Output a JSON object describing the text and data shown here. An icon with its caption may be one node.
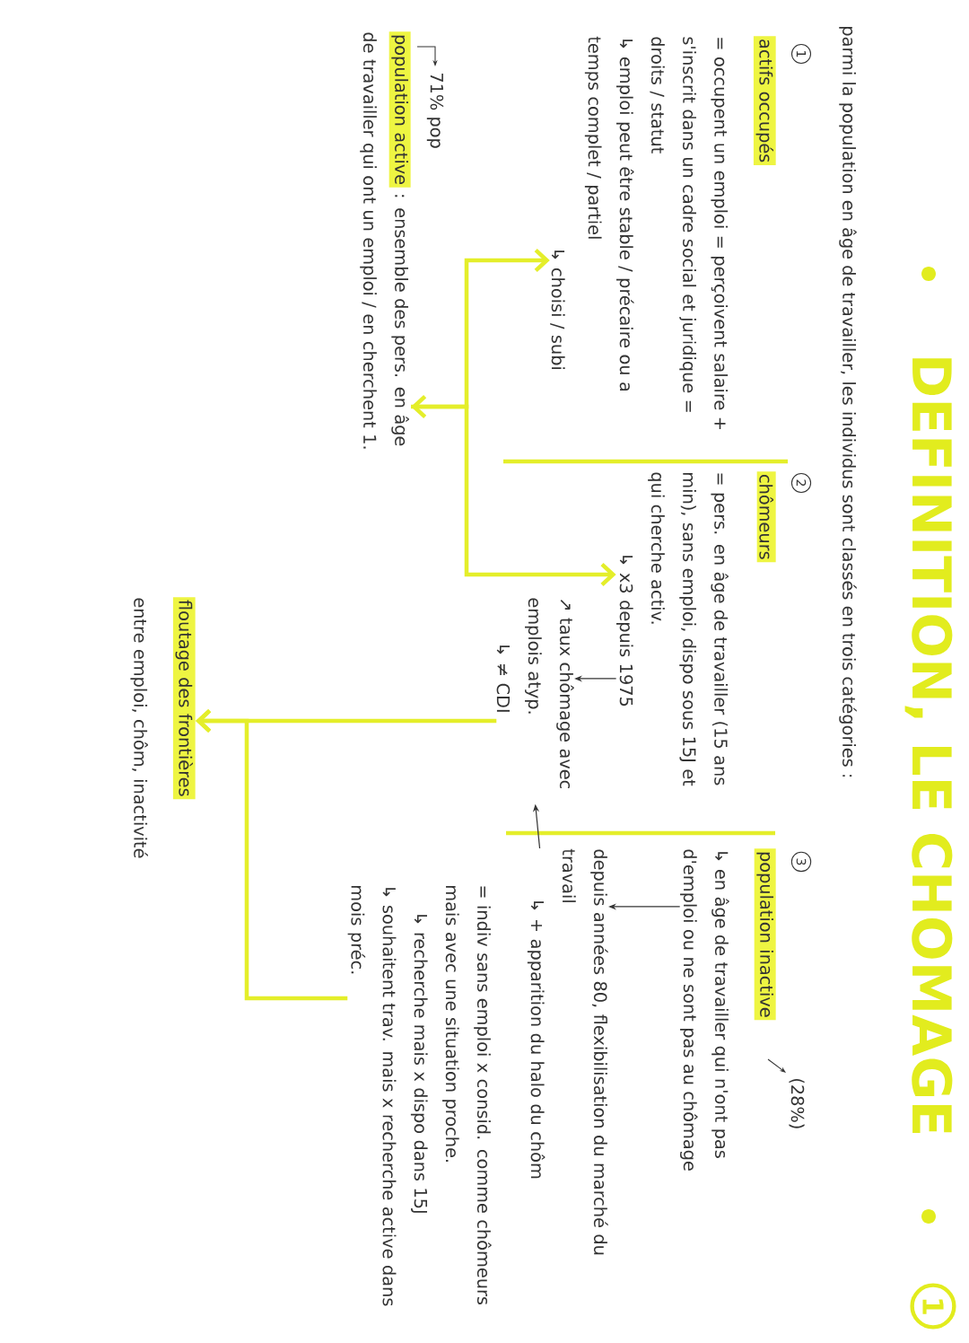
{
  "diagram": {
    "title": "DEFINITION, LE CHOMAGE",
    "nodes": [
      {
        "text": [
          "actifs occupés",
          "= occupent un emploi = perçoivent salaire + s'inscrit dans un cadre social et juridique = droits / statut",
          "↳ emploi peut être stable / précaire ou a temps complet / partiel"
        ]
      },
      {
        "text": [
          "chômeurs",
          "= pers. en âge de travailler (15 ans min), sans emploi, dispo sous 15J et qui cherche activ.",
          "↳ x3 depuis 1975"
        ]
      },
      {
        "text": [
          "↗ taux chômage avec emplois atyp.",
          "↳ ≠ CDI"
        ]
      },
      {
        "text": [
          "population inactive",
          "↳ en âge de travailler qui n'ont pas d'emploi ou ne sont pas au chômage"
        ],
        "beside": [
          "(28%)"
        ]
      },
      {
        "text": [
          "depuis années 80, flexibilisation du marché du travail",
          "↳ + apparition du halo du chôm"
        ]
      },
      {
        "text": [
          "= indiv sans emploi x consid. comme chômeurs mais avec une situation proche.",
          "↳ recherche mais x dispo dans 15J",
          "↳ souhaitent trav. mais x recherche active dans mois préc."
        ]
      },
      {
        "text": [
          "population active",
          ": ensemble des pers. en âge de travailler qui ont un emploi / en cherchent 1."
        ],
        "beside": [
          "71% pop"
        ]
      },
      {
        "text": [
          "floutage des frontières",
          "entre emploi, chôm, inactivité"
        ]
      },
      {
        "text": [
          "↳ choisi / subi"
        ]
      }
    ],
    "edges": [
      {
        "from": 8,
        "to": 6,
        "arrow": "both"
      },
      {
        "from": 6,
        "to": 1,
        "arrow": "to"
      },
      {
        "from": 1,
        "to": 2,
        "arrow": "to",
        "color": "#333333"
      },
      {
        "from": 3,
        "to": 4,
        "arrow": "to",
        "color": "#333333"
      },
      {
        "from": 4,
        "to": 2,
        "arrow": "to",
        "color": "#333333"
      },
      {
        "from": 2,
        "to": 7,
        "arrow": "to"
      },
      {
        "from": 5,
        "to": 7,
        "arrow": "to"
      }
    ],
    "labels": [
      "1",
      "parmi la population en âge de travailler, les individus sont classés en trois catégories :",
      "1",
      "2",
      "3"
    ]
  }
}
